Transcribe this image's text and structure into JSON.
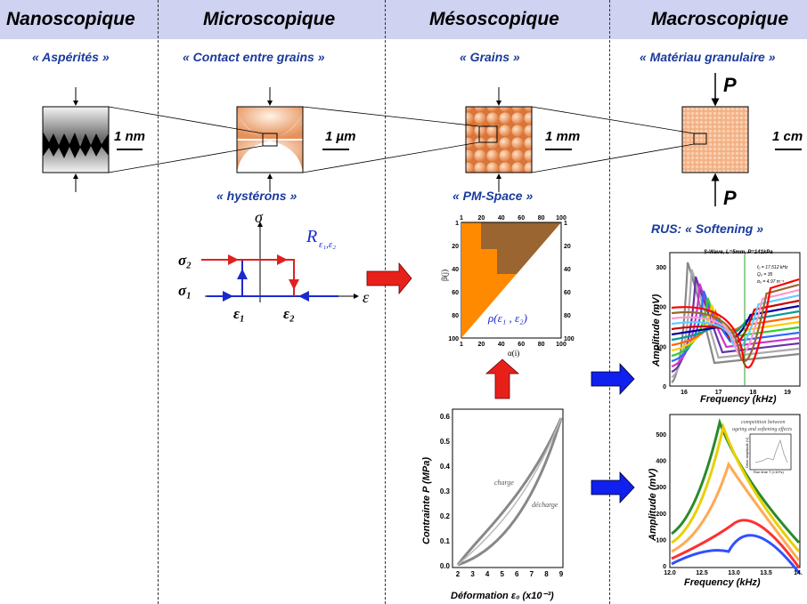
{
  "header": {
    "bg_color": "#cfd2f0",
    "columns": [
      {
        "title": "Nanoscopique",
        "subtitle": "« Aspérités »",
        "scale": "1 nm"
      },
      {
        "title": "Microscopique",
        "subtitle": "« Contact entre grains »",
        "scale": "1 µm"
      },
      {
        "title": "Mésoscopique",
        "subtitle": "« Grains »",
        "scale": "1 mm"
      },
      {
        "title": "Macroscopique",
        "subtitle": "« Matériau granulaire »",
        "scale": "1 cm"
      }
    ]
  },
  "labels": {
    "hysterons": "« hystérons »",
    "pm_space": "« PM-Space »",
    "rus": "RUS: « Softening »",
    "pressure": "P"
  },
  "hysteron": {
    "sigma": "σ",
    "sigma2": "σ₂",
    "sigma1": "σ₁",
    "eps": "ε",
    "eps1": "ε₁",
    "eps2": "ε₂",
    "operator": "R",
    "operator_sub": "ε₁,ε₂",
    "color_up": "#e02020",
    "color_down": "#1a2acc"
  },
  "pm_space": {
    "top_ticks": [
      "1",
      "20",
      "40",
      "60",
      "80",
      "100"
    ],
    "right_ticks": [
      "1",
      "20",
      "40",
      "60",
      "80",
      "100"
    ],
    "left_ticks": [
      "1",
      "20",
      "40",
      "60",
      "80",
      "100"
    ],
    "bottom_ticks": [
      "1",
      "20",
      "40",
      "60",
      "80",
      "100"
    ],
    "y_label": "β(j)",
    "x_label": "α(i)",
    "density": "ρ(ε₁ , ε₂)",
    "fill_main": "#ff8a00",
    "fill_dark": "#9a6530"
  },
  "stress_strain": {
    "ylabel": "Contrainte P (MPa)",
    "xlabel": "Déformation ε₀ (x10⁻³)",
    "y_ticks": [
      "0.0",
      "0.1",
      "0.2",
      "0.3",
      "0.4",
      "0.5",
      "0.6"
    ],
    "x_ticks": [
      "2",
      "3",
      "4",
      "5",
      "6",
      "7",
      "8",
      "9"
    ],
    "load": "charge",
    "unload": "décharge"
  },
  "rus_top": {
    "title": "S-Wave, L=5mm, P=141kPa",
    "info": [
      "f₀ = 17.512 kHz",
      "Q₀ = 35",
      "α₀ = 4.97 m⁻¹"
    ],
    "ylabel": "Amplitude (mV)",
    "xlabel": "Frequency (kHz)",
    "y_ticks": [
      "0",
      "100",
      "200",
      "300"
    ],
    "x_ticks": [
      "16",
      "17",
      "18",
      "19"
    ]
  },
  "rus_bottom": {
    "annotation_line1": "competition between",
    "annotation_line2": "ageing and softening effects",
    "inset_ylabel": "Drive amplitude (V)",
    "inset_xlabel": "Run time T (×10⁴s)",
    "ylabel": "Amplitude (mV)",
    "xlabel": "Frequency (kHz)",
    "y_ticks": [
      "0",
      "100",
      "200",
      "300",
      "400",
      "500"
    ],
    "x_ticks": [
      "12.0",
      "12.5",
      "13.0",
      "13.5",
      "14."
    ]
  },
  "arrow_colors": {
    "red": "#e8201a",
    "blue": "#1020ee"
  }
}
